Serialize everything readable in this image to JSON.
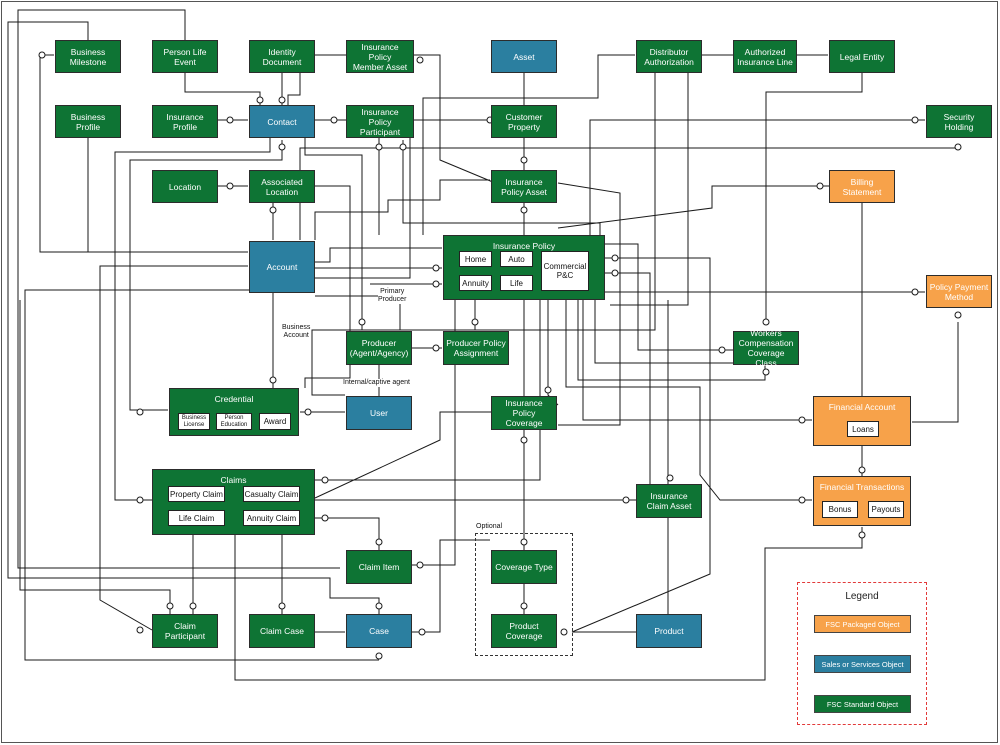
{
  "colors": {
    "std": "#0e7434",
    "svc": "#2b7fa0",
    "pkg": "#f7a24a",
    "line": "#1a1a1a"
  },
  "nodes": {
    "business_milestone": "Business\nMilestone",
    "person_life_event": "Person Life\nEvent",
    "identity_document": "Identity\nDocument",
    "ip_member_asset": "Insurance Policy\nMember Asset",
    "asset": "Asset",
    "distributor_authorization": "Distributor\nAuthorization",
    "authorized_insurance_line": "Authorized\nInsurance Line",
    "legal_entity": "Legal Entity",
    "business_profile": "Business\nProfile",
    "insurance_profile": "Insurance\nProfile",
    "contact": "Contact",
    "ip_participant": "Insurance Policy\nParticipant",
    "customer_property": "Customer\nProperty",
    "security_holding": "Security\nHolding",
    "location": "Location",
    "associated_location": "Associated\nLocation",
    "ip_asset": "Insurance\nPolicy Asset",
    "billing_statement": "Billing\nStatement",
    "account": "Account",
    "insurance_policy": "Insurance Policy",
    "policy_payment_method": "Policy Payment\nMethod",
    "producer": "Producer\n(Agent/Agency)",
    "producer_policy_assignment": "Producer Policy\nAssignment",
    "workers_comp": "Workers\nCompensation\nCoverage Class",
    "credential": "Credential",
    "user": "User",
    "ip_coverage": "Insurance Policy\nCoverage",
    "financial_account": "Financial Account",
    "claims": "Claims",
    "insurance_claim_asset": "Insurance\nClaim Asset",
    "financial_transactions": "Financial Transactions",
    "claim_item": "Claim Item",
    "coverage_type": "Coverage Type",
    "claim_participant": "Claim\nParticipant",
    "claim_case": "Claim Case",
    "case": "Case",
    "product_coverage": "Product\nCoverage",
    "product": "Product"
  },
  "subs": {
    "home": "Home",
    "auto": "Auto",
    "commercial": "Commercial\nP&C",
    "annuity": "Annuity",
    "life": "Life",
    "business_license": "Business\nLicense",
    "person_education": "Person\nEducation",
    "award": "Award",
    "property_claim": "Property Claim",
    "casualty_claim": "Casualty Claim",
    "life_claim": "Life Claim",
    "annuity_claim": "Annuity Claim",
    "loans": "Loans",
    "bonus": "Bonus",
    "payouts": "Payouts"
  },
  "labels": {
    "primary_producer": "Primary\nProducer",
    "business_account": "Business\nAccount",
    "internal_agent": "Internal/captive agent",
    "optional": "Optional"
  },
  "legend": {
    "title": "Legend",
    "pkg": "FSC Packaged Object",
    "svc": "Sales or Services Object",
    "std": "FSC Standard Object"
  }
}
